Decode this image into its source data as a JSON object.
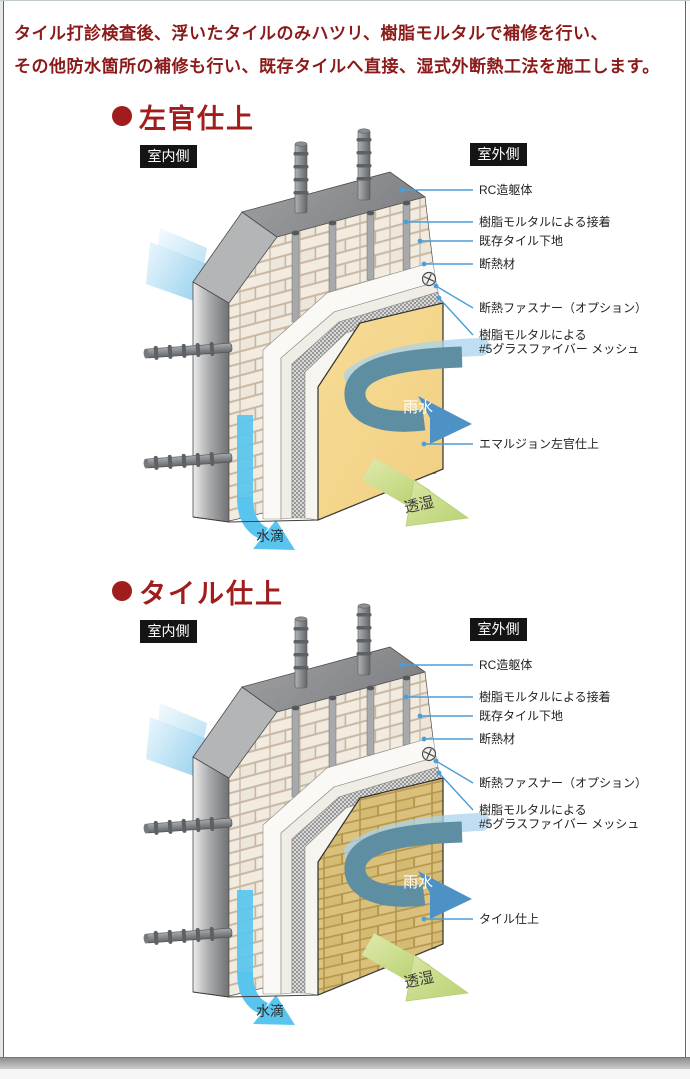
{
  "header": {
    "line1": "タイル打診検査後、浮いたタイルのみハツリ、樹脂モルタルで補修を行い、",
    "line2": "その他防水箇所の補修も行い、既存タイルへ直接、湿式外断熱工法を施工します。"
  },
  "colors": {
    "header_red": "#8B1A1A",
    "title_red": "#A11C1C",
    "callout_blue": "#4A9FD8",
    "plaster_finish_beige": "#F4D78F",
    "tile_finish_tan": "#D9BE77",
    "rain_arrow_teal": "#5D8EA2",
    "rain_arrowhead_blue": "#4E92C5",
    "moisture_arrow_green": "#C9DD8D",
    "drip_arrow_cyan": "#59C5EF",
    "badge_black": "#141414"
  },
  "diagrams": [
    {
      "title": "左官仕上",
      "indoor_label": "室内側",
      "outdoor_label": "室外側",
      "callouts": {
        "rc": "RC造躯体",
        "adhesive": "樹脂モルタルによる接着",
        "existing_tile": "既存タイル下地",
        "insulation": "断熱材",
        "fastener": "断熱ファスナー（オプション）",
        "mesh_line1": "樹脂モルタルによる",
        "mesh_line2": "#5グラスファイバー メッシュ",
        "finish": "エマルジョン左官仕上"
      },
      "arrow_labels": {
        "rain": "雨水",
        "moisture": "透湿",
        "drip": "水滴"
      }
    },
    {
      "title": "タイル仕上",
      "indoor_label": "室内側",
      "outdoor_label": "室外側",
      "callouts": {
        "rc": "RC造躯体",
        "adhesive": "樹脂モルタルによる接着",
        "existing_tile": "既存タイル下地",
        "insulation": "断熱材",
        "fastener": "断熱ファスナー（オプション）",
        "mesh_line1": "樹脂モルタルによる",
        "mesh_line2": "#5グラスファイバー メッシュ",
        "finish": "タイル仕上"
      },
      "arrow_labels": {
        "rain": "雨水",
        "moisture": "透湿",
        "drip": "水滴"
      }
    }
  ]
}
